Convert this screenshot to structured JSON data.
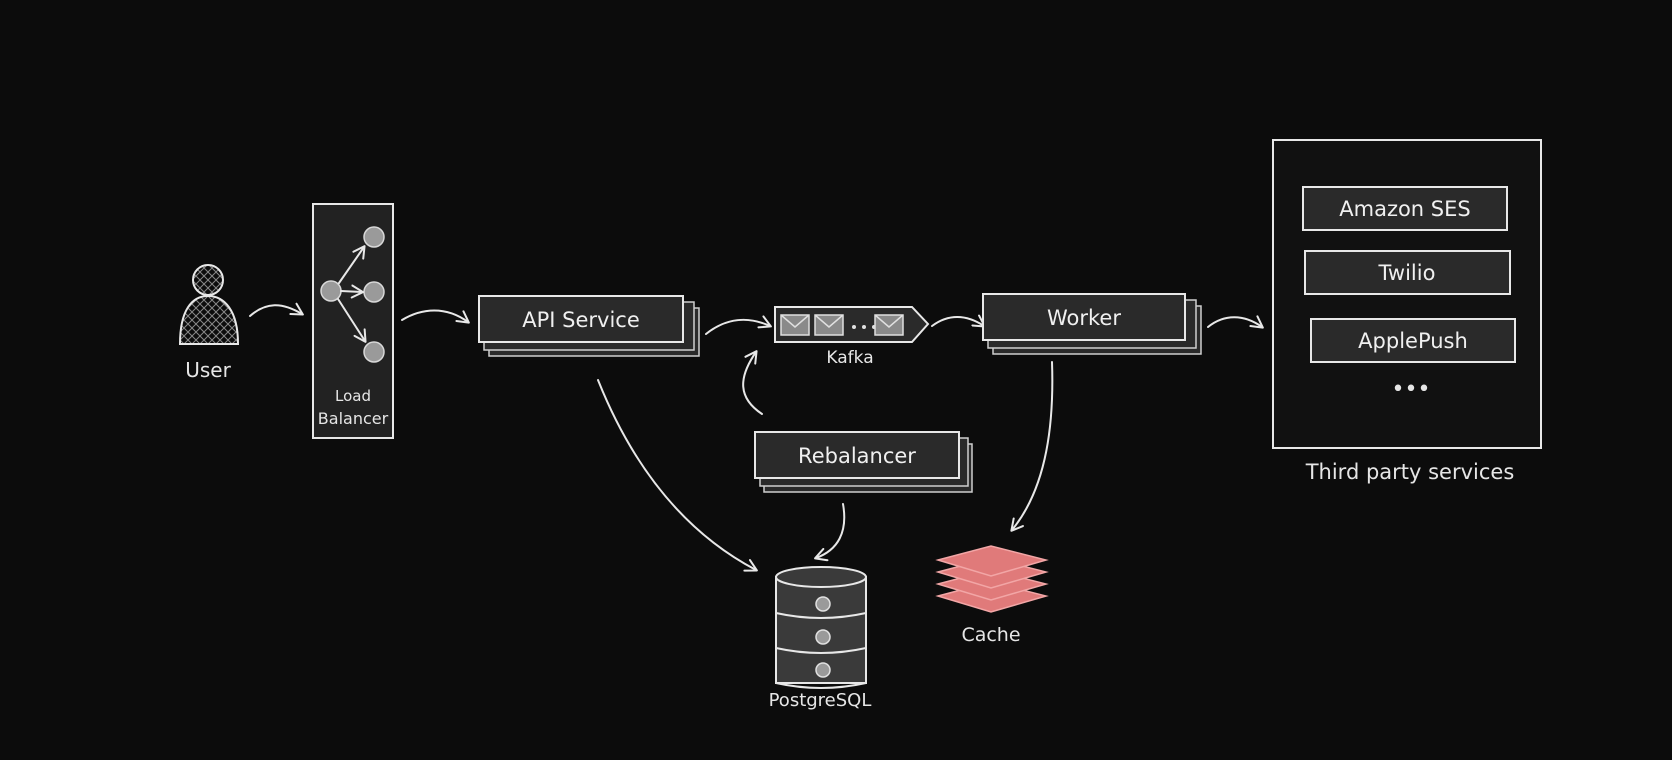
{
  "nodes": {
    "user": {
      "label": "User"
    },
    "load_balancer": {
      "label_line1": "Load",
      "label_line2": "Balancer"
    },
    "api_service": {
      "label": "API Service"
    },
    "kafka": {
      "label": "Kafka"
    },
    "worker": {
      "label": "Worker"
    },
    "rebalancer": {
      "label": "Rebalancer"
    },
    "postgresql": {
      "label": "PostgreSQL"
    },
    "cache": {
      "label": "Cache"
    },
    "third_party": {
      "label": "Third party services",
      "services": [
        "Amazon SES",
        "Twilio",
        "ApplePush"
      ],
      "more": "•••"
    }
  },
  "colors": {
    "background": "#0c0c0c",
    "stroke": "#e8e8e8",
    "box_fill": "#2a2a2a",
    "cache_fill": "#e07a7a"
  }
}
